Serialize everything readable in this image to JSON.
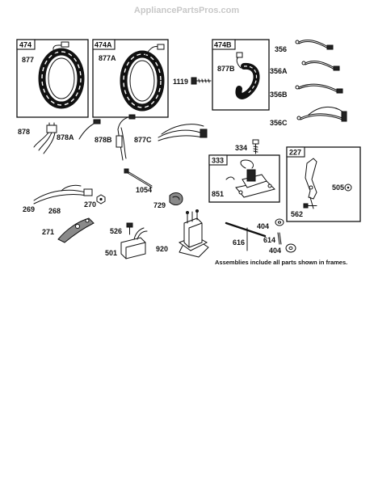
{
  "watermark": "AppliancePartsPros.com",
  "note": "Assemblies include all parts shown in frames.",
  "frames": {
    "f474": "474",
    "f474A": "474A",
    "f474B": "474B",
    "f333": "333",
    "f227": "227"
  },
  "parts": {
    "p877": "877",
    "p877A": "877A",
    "p877B": "877B",
    "p1119": "1119",
    "p356": "356",
    "p356A": "356A",
    "p356B": "356B",
    "p356C": "356C",
    "p878": "878",
    "p878A": "878A",
    "p878B": "878B",
    "p877C": "877C",
    "p334": "334",
    "p851": "851",
    "p505": "505",
    "p562": "562",
    "p1054": "1054",
    "p269": "269",
    "p268": "268",
    "p270": "270",
    "p729": "729",
    "p271": "271",
    "p526": "526",
    "p501": "501",
    "p920": "920",
    "p616": "616",
    "p404a": "404",
    "p614": "614",
    "p404b": "404"
  }
}
